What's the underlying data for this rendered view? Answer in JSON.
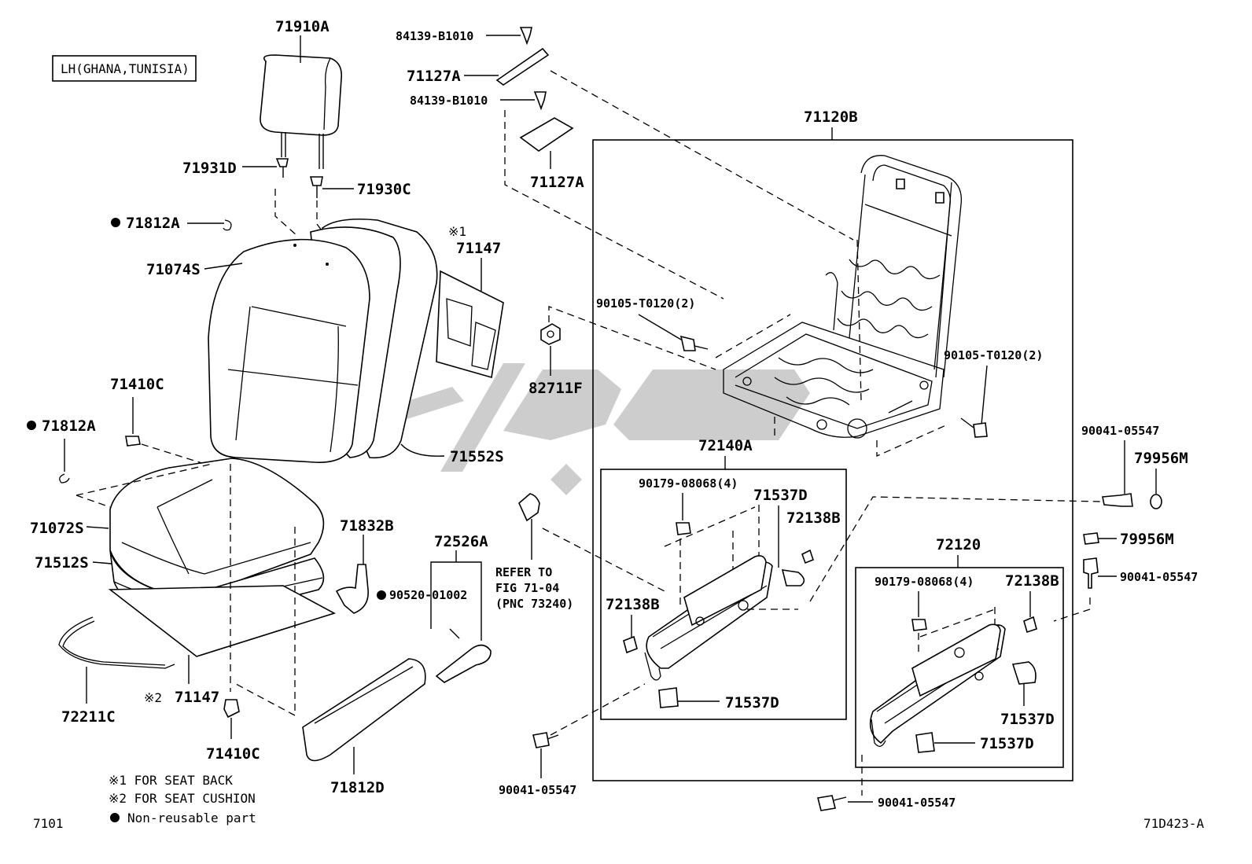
{
  "region_tag": "LH(GHANA,TUNISIA)",
  "labels": {
    "p71910A": "71910A",
    "p71931D": "71931D",
    "p71930C": "71930C",
    "p71812A_top": "71812A",
    "p71074S": "71074S",
    "p71147_top_mark": "※1",
    "p71147_top": "71147",
    "p71410C_top": "71410C",
    "p71812A_left": "71812A",
    "p71552S": "71552S",
    "p71072S": "71072S",
    "p71512S": "71512S",
    "p71832B": "71832B",
    "p72526A": "72526A",
    "p90520": "90520-01002",
    "p72211C": "72211C",
    "p71147_bottom_mark": "※2",
    "p71147_bottom": "71147",
    "p71410C_bottom": "71410C",
    "p71812D": "71812D",
    "p84139_a": "84139-B1010",
    "p71127A_a": "71127A",
    "p84139_b": "84139-B1010",
    "p71127A_b": "71127A",
    "p71120B": "71120B",
    "p90105_left": "90105-T0120(2)",
    "p90105_right": "90105-T0120(2)",
    "p82711F": "82711F",
    "p72140A": "72140A",
    "p90179_left": "90179-08068(4)",
    "p71537D_a": "71537D",
    "p72138B_a": "72138B",
    "p72138B_b": "72138B",
    "p71537D_b": "71537D",
    "p90041_left": "90041-05547",
    "p90041_top": "90041-05547",
    "p79956M_a": "79956M",
    "p79956M_b": "79956M",
    "p90041_right": "90041-05547",
    "p72120": "72120",
    "p90179_right": "90179-08068(4)",
    "p72138B_c": "72138B",
    "p71537D_c": "71537D",
    "p71537D_d": "71537D",
    "p90041_bottom": "90041-05547"
  },
  "refer": {
    "line1": "REFER TO",
    "line2": "FIG 71-04",
    "line3": "(PNC 73240)"
  },
  "legend": {
    "note1": "※1  FOR SEAT BACK",
    "note2": "※2  FOR SEAT CUSHION",
    "note3": "Non-reusable part"
  },
  "page_code": "7101",
  "figure_id": "71D423-A"
}
